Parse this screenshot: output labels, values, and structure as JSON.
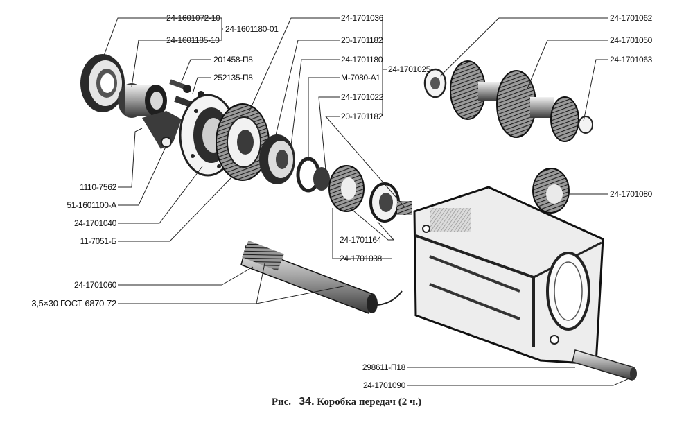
{
  "caption": {
    "prefix": "Рис.",
    "number": "34.",
    "title": "Коробка передач (2 ч.)"
  },
  "labels": {
    "p1": "24-1601072-10",
    "p2": "24-1601185-10",
    "p3": "24-1601180-01",
    "p4": "201458-П8",
    "p5": "252135-П8",
    "p6": "24-1701036",
    "p7": "20-1701182",
    "p8": "24-1701180",
    "p9": "М-7080-А1",
    "p10": "24-1701022",
    "p11": "20-1701182",
    "p12": "24-1701025",
    "p13": "24-1701062",
    "p14": "24-1701050",
    "p15": "24-1701063",
    "p16": "24-1701080",
    "p17": "1110-7562",
    "p18": "51-1601100-А",
    "p19": "24-1701040",
    "p20": "11-7051-Б",
    "p21": "24-1701164",
    "p22": "24-1701038",
    "p23": "24-1701060",
    "p24": "3,5×30 ГОСТ 6870-72",
    "p25": "298611-П18",
    "p26": "24-1701090"
  }
}
